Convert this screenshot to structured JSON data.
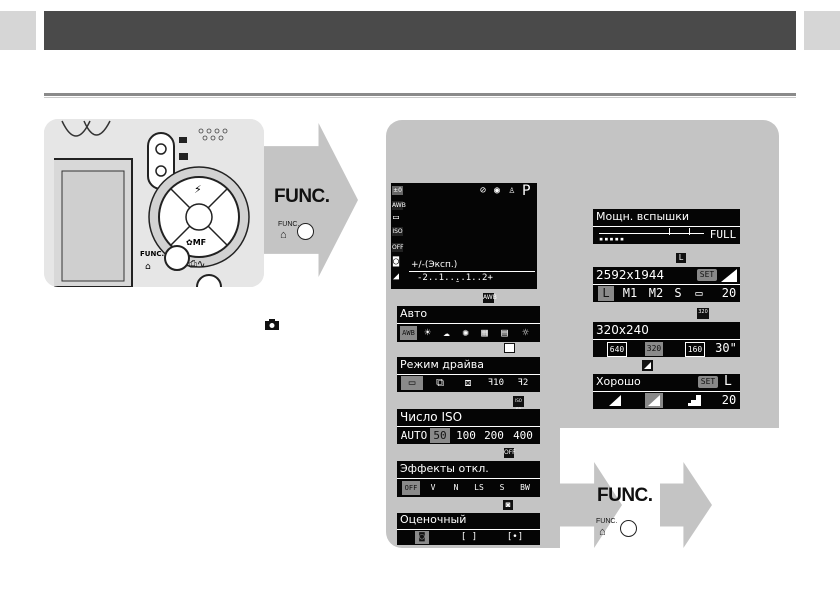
{
  "func": {
    "big_label": "FUNC.",
    "mini_label": "FUNC."
  },
  "screen": {
    "status_right": "P",
    "exp_label": "+/-(Эксп.)",
    "exp_scale": "-2..1..̱..1..2+"
  },
  "menus": {
    "wb": {
      "title": "Авто",
      "options": [
        "AWB",
        "☀",
        "☁",
        "✺",
        "▦",
        "▤",
        "☼"
      ]
    },
    "drive": {
      "title": "Режим драйва",
      "options": [
        "▭",
        "⧉",
        "⧈",
        "ꟻ10",
        "ꟻ2"
      ]
    },
    "iso": {
      "title": "Число ISO",
      "options": [
        "AUTO",
        "50",
        "100",
        "200",
        "400"
      ]
    },
    "effects": {
      "title": "Эффекты откл.",
      "options": [
        "OFF",
        "V",
        "N",
        "LS",
        "S",
        "BW"
      ]
    },
    "metering": {
      "title": "Оценочный",
      "options": [
        "◙",
        "[ ]",
        "[•]"
      ]
    }
  },
  "right_menus": {
    "flash": {
      "title": "Мощн. вспышки",
      "value": "FULL"
    },
    "resolution": {
      "title": "2592x1944",
      "set": "SET",
      "options": [
        "L",
        "M1",
        "M2",
        "S",
        "▭",
        "20"
      ]
    },
    "movie": {
      "title": "320x240",
      "options": [
        "640",
        "320",
        "160",
        "30\""
      ]
    },
    "quality": {
      "title": "Хорошо",
      "set": "SET",
      "right": "L",
      "count": "20"
    }
  },
  "icon_labels": {
    "awb": "AWB",
    "l": "L",
    "iso50": "ISO 50",
    "m320": "320",
    "eff": "OFF"
  },
  "colors": {
    "panel": "#c4c4c4",
    "header": "#4a4a4a"
  }
}
